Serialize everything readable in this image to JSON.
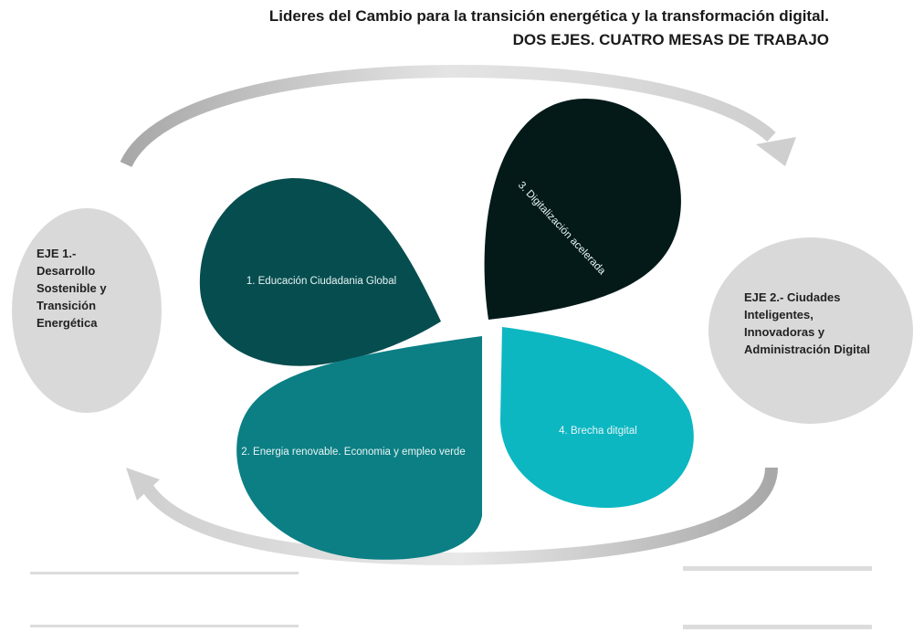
{
  "header": {
    "title": "Lideres del Cambio para la transición energética y la transformación digital.",
    "subtitle": "DOS EJES. CUATRO MESAS DE TRABAJO"
  },
  "axes": [
    {
      "label": "EJE 1.- Desarrollo Sostenible y Transición Energética"
    },
    {
      "label": "EJE 2.- Ciudades Inteligentes, Innovadoras y Administración Digital"
    }
  ],
  "tables": [
    {
      "label": "1. Educación Ciudadania Global",
      "color": "#064d4f"
    },
    {
      "label": "2. Energia renovable. Economia y empleo verde",
      "color": "#0b7f84"
    },
    {
      "label": "3. Digitalización acelerada",
      "color": "#031a19"
    },
    {
      "label": "4. Brecha ditgital",
      "color": "#0cb7c2"
    }
  ],
  "colors": {
    "ellipse": "#d9d9d9",
    "arrow": "#bdbdbd"
  }
}
